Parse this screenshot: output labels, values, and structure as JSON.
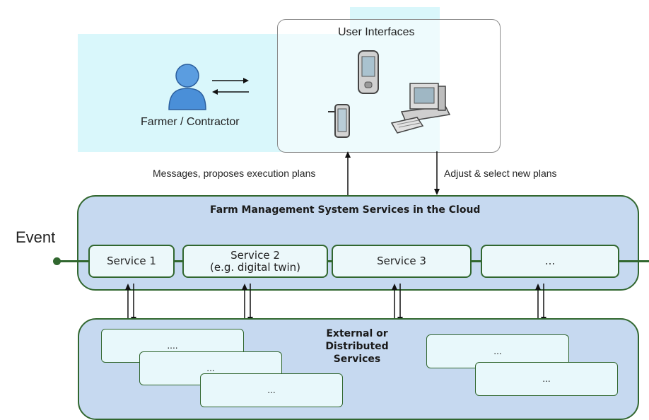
{
  "user_interfaces": {
    "title": "User Interfaces"
  },
  "actor": {
    "label": "Farmer / Contractor",
    "icon": "person-icon"
  },
  "messages": {
    "up_label": "Messages, proposes execution plans",
    "down_label": "Adjust & select new plans"
  },
  "fms": {
    "title": "Farm Management System Services in the Cloud",
    "event_label": "Event",
    "services": [
      {
        "label": "Service 1"
      },
      {
        "label": "Service 2\n(e.g. digital twin)"
      },
      {
        "label": "Service 3"
      },
      {
        "label": "..."
      }
    ]
  },
  "external": {
    "title_lines": [
      "External or",
      "Distributed",
      "Services"
    ],
    "items": [
      {
        "label": "...."
      },
      {
        "label": "..."
      },
      {
        "label": "..."
      },
      {
        "label": "..."
      },
      {
        "label": "..."
      }
    ]
  },
  "colors": {
    "border_green": "#31672f",
    "box_blue": "#c6d9f0",
    "highlight_cyan": "#d9f7fb",
    "person_blue": "#4a8fd8"
  }
}
